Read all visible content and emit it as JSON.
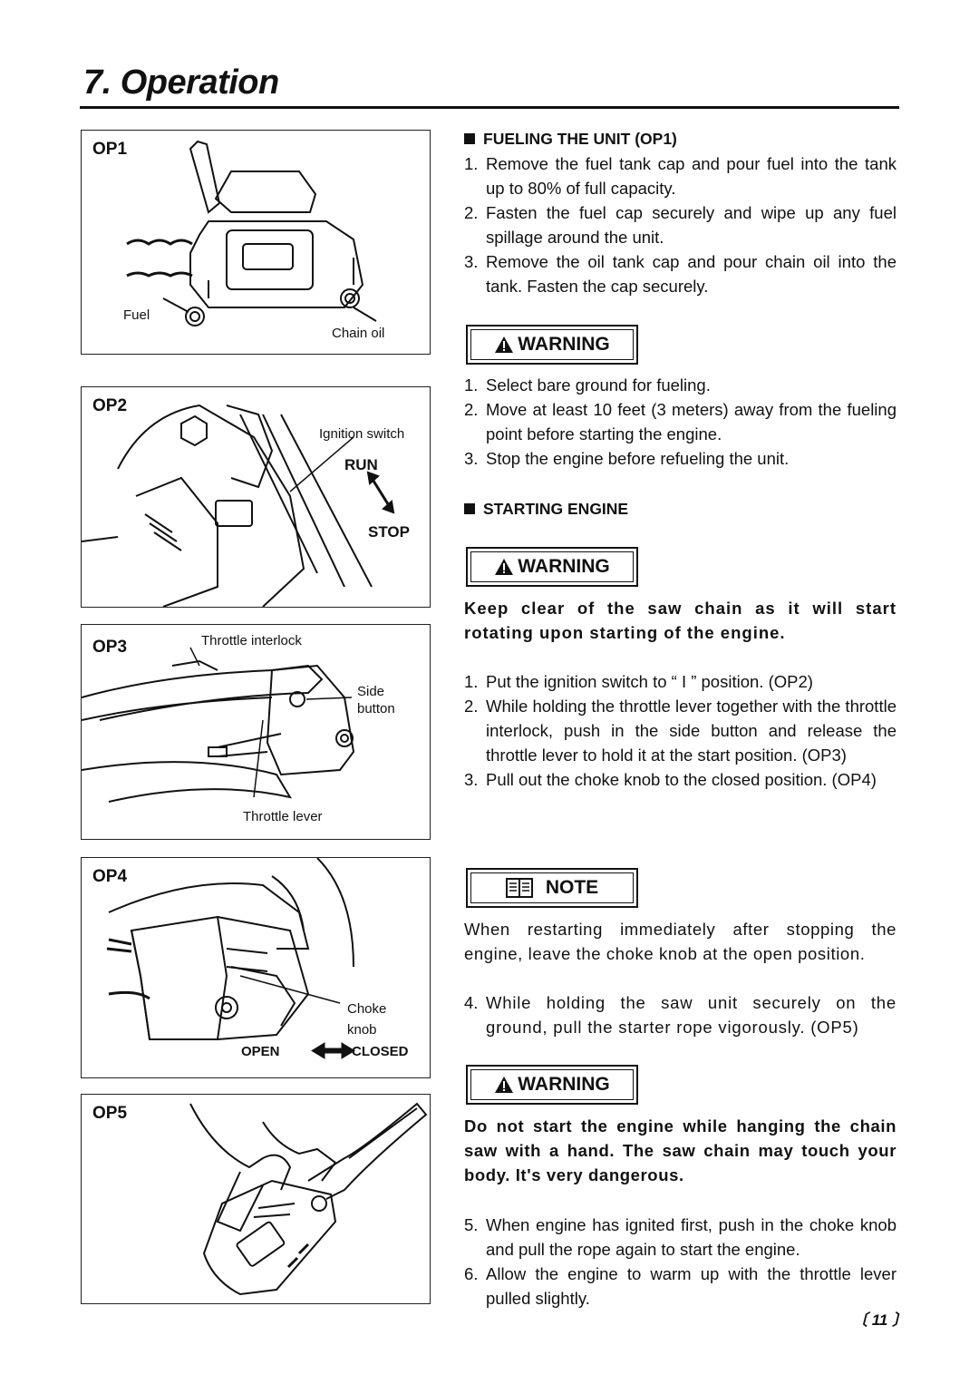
{
  "page": {
    "title": "7. Operation",
    "page_number": "〔 11 〕"
  },
  "figures": {
    "op1": {
      "label": "OP1",
      "fuel": "Fuel",
      "chain_oil": "Chain oil"
    },
    "op2": {
      "label": "OP2",
      "ignition": "Ignition switch",
      "run": "RUN",
      "stop": "STOP"
    },
    "op3": {
      "label": "OP3",
      "interlock": "Throttle interlock",
      "side_button": "Side\nbutton",
      "throttle_lever": "Throttle lever"
    },
    "op4": {
      "label": "OP4",
      "choke_knob": "Choke\nknob",
      "open": "OPEN",
      "closed": "CLOSED"
    },
    "op5": {
      "label": "OP5"
    }
  },
  "fueling": {
    "heading": "FUELING THE UNIT (OP1)",
    "steps": [
      {
        "n": "1.",
        "text": "Remove the fuel tank cap and pour fuel into the tank up to 80% of full capacity."
      },
      {
        "n": "2.",
        "text": "Fasten the fuel cap securely and wipe up any fuel spillage around the unit."
      },
      {
        "n": "3.",
        "text": "Remove the oil tank cap and pour chain oil into the tank. Fasten the cap securely."
      }
    ],
    "warning_label": "WARNING",
    "warning_steps": [
      {
        "n": "1.",
        "text": "Select bare ground for fueling."
      },
      {
        "n": "2.",
        "text": "Move at least 10 feet (3 meters) away from the fueling point before starting the engine."
      },
      {
        "n": "3.",
        "text": "Stop the engine before refueling the unit."
      }
    ]
  },
  "starting": {
    "heading": "STARTING ENGINE",
    "warning_label": "WARNING",
    "warning_text": "Keep clear of the saw chain as it will start rotating upon starting of the engine.",
    "steps_a": [
      {
        "n": "1.",
        "text": "Put the ignition switch to “ I ” position. (OP2)"
      },
      {
        "n": "2.",
        "text": "While holding the throttle lever together with the throttle interlock, push in the side button and release the throttle lever to hold it at the start position. (OP3)"
      },
      {
        "n": "3.",
        "text": "Pull out the choke knob to the closed position. (OP4)"
      }
    ],
    "note_label": "NOTE",
    "note_text": "When restarting immediately after stopping the engine, leave the choke knob at the open position.",
    "steps_b": [
      {
        "n": "4.",
        "text": "While holding the saw unit securely on the ground, pull the starter rope vigorously. (OP5)"
      }
    ],
    "warning2_label": "WARNING",
    "warning2_text": "Do not start the engine while hanging the chain saw with a hand. The saw chain may touch your body. It's very dangerous.",
    "steps_c": [
      {
        "n": "5.",
        "text": "When engine has ignited first, push in the choke knob and pull the rope again to start the engine."
      },
      {
        "n": "6.",
        "text": "Allow the engine to warm up with the throttle lever pulled slightly."
      }
    ]
  }
}
